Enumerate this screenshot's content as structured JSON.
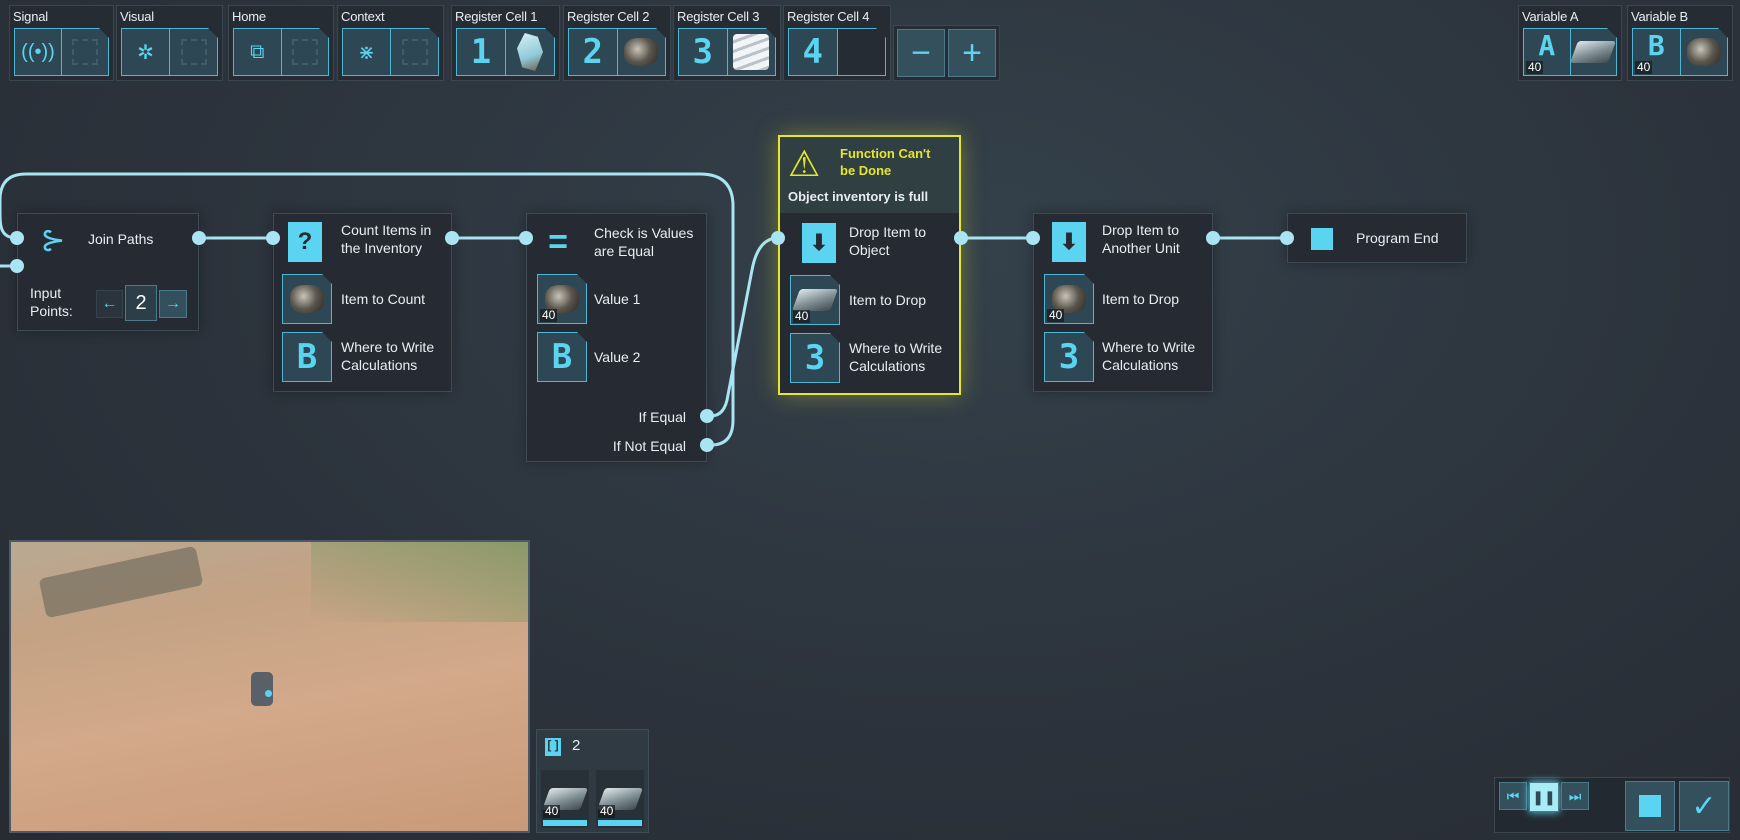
{
  "toolbar": {
    "slots": [
      {
        "label": "Signal",
        "icon": "signal-icon"
      },
      {
        "label": "Visual",
        "icon": "aperture-icon"
      },
      {
        "label": "Home",
        "icon": "link-icon"
      },
      {
        "label": "Context",
        "icon": "focus-icon"
      }
    ],
    "registers": [
      {
        "label": "Register Cell 1",
        "number": "1",
        "item": "crystal"
      },
      {
        "label": "Register Cell 2",
        "number": "2",
        "item": "ore"
      },
      {
        "label": "Register Cell 3",
        "number": "3",
        "item": "plates"
      },
      {
        "label": "Register Cell 4",
        "number": "4",
        "item": "empty"
      }
    ],
    "remove_label": "−",
    "add_label": "+",
    "variables": [
      {
        "label": "Variable A",
        "letter": "A",
        "qty": "40",
        "item": "ingot"
      },
      {
        "label": "Variable B",
        "letter": "B",
        "qty": "40",
        "item": "ore"
      }
    ]
  },
  "nodes": {
    "join": {
      "title": "Join Paths",
      "input_label": "Input\nPoints:",
      "input_value": "2",
      "prev": "←",
      "next": "→"
    },
    "count": {
      "title": "Count Items in\nthe Inventory",
      "param1": "Item to Count",
      "param2": "Where to Write\nCalculations",
      "reg": "B"
    },
    "check": {
      "title": "Check is Values\nare Equal",
      "param1": "Value 1",
      "param1_qty": "40",
      "param2": "Value 2",
      "reg": "B",
      "out1": "If Equal",
      "out2": "If Not Equal"
    },
    "drop_object": {
      "warning_title": "Function Can't\nbe Done",
      "warning_text": "Object inventory is full",
      "title": "Drop Item to\nObject",
      "param1": "Item to Drop",
      "param1_qty": "40",
      "param2": "Where to Write\nCalculations",
      "reg": "3"
    },
    "drop_unit": {
      "title": "Drop Item to\nAnother Unit",
      "param1": "Item to Drop",
      "param1_qty": "40",
      "param2": "Where to Write\nCalculations",
      "reg": "3"
    },
    "end": {
      "title": "Program End"
    }
  },
  "inventory": {
    "count": "2",
    "items": [
      {
        "qty": "40"
      },
      {
        "qty": "40"
      }
    ]
  },
  "colors": {
    "accent": "#5ad4f0",
    "warning": "#e6e62a",
    "node_bg": "#262b33"
  }
}
